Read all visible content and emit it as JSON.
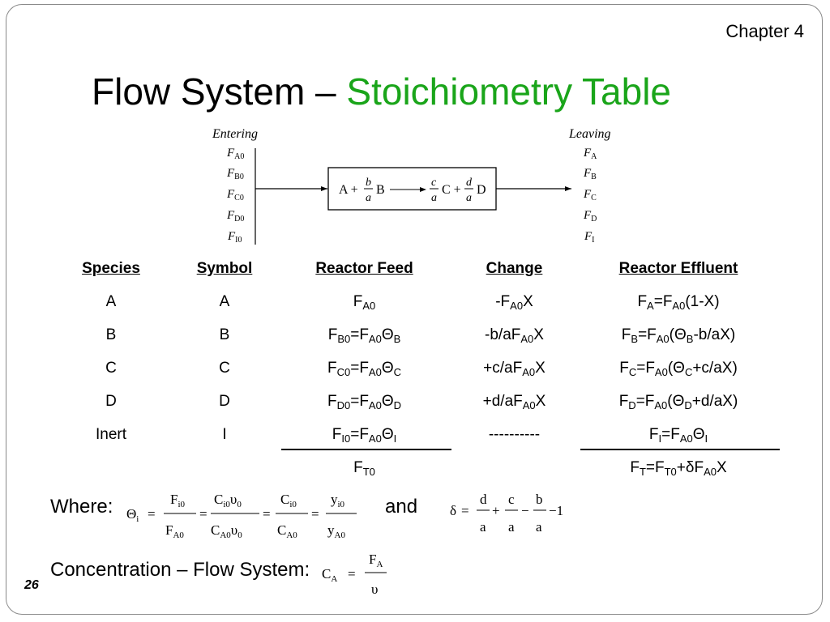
{
  "header": {
    "chapter": "Chapter 4",
    "title_main": "Flow System – ",
    "title_accent": "Stoichiometry Table",
    "accent_color": "#1aa51a"
  },
  "diagram": {
    "entering_label": "Entering",
    "leaving_label": "Leaving",
    "entering_streams": [
      {
        "main": "F",
        "sub": "A0"
      },
      {
        "main": "F",
        "sub": "B0"
      },
      {
        "main": "F",
        "sub": "C0"
      },
      {
        "main": "F",
        "sub": "D0"
      },
      {
        "main": "F",
        "sub": "I0"
      }
    ],
    "leaving_streams": [
      {
        "main": "F",
        "sub": "A"
      },
      {
        "main": "F",
        "sub": "B"
      },
      {
        "main": "F",
        "sub": "C"
      },
      {
        "main": "F",
        "sub": "D"
      },
      {
        "main": "F",
        "sub": "I"
      }
    ],
    "reaction": {
      "a_term": "A +",
      "b_num": "b",
      "b_den": "a",
      "b_sp": "B",
      "c_num": "c",
      "c_den": "a",
      "c_sp": "C +",
      "d_num": "d",
      "d_den": "a",
      "d_sp": "D"
    }
  },
  "table": {
    "headers": [
      "Species",
      "Symbol",
      "Reactor Feed",
      "Change",
      "Reactor Effluent"
    ],
    "rows": [
      {
        "species": "A",
        "symbol": "A"
      },
      {
        "species": "B",
        "symbol": "B"
      },
      {
        "species": "C",
        "symbol": "C"
      },
      {
        "species": "D",
        "symbol": "D"
      },
      {
        "species": "Inert",
        "symbol": "I"
      }
    ],
    "change_inert": "----------"
  },
  "where_label": "Where:",
  "and_label": "and",
  "concentration_label": "Concentration – Flow System:",
  "page_number": "26"
}
